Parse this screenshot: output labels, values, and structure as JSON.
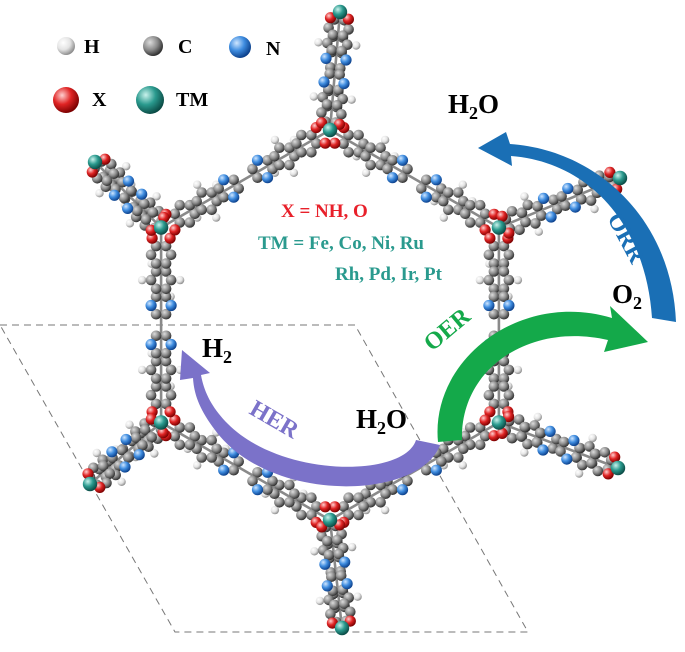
{
  "legend": [
    {
      "symbol": "H",
      "color": "#e4e4e4",
      "dark": "#8c8c8c"
    },
    {
      "symbol": "C",
      "color": "#8a8a8a",
      "dark": "#2f2f2f"
    },
    {
      "symbol": "N",
      "color": "#3f8de0",
      "dark": "#0b3f8a"
    },
    {
      "symbol": "X",
      "color": "#e02424",
      "dark": "#7a0000"
    },
    {
      "symbol": "TM",
      "color": "#2a9a8e",
      "dark": "#0b4a44"
    }
  ],
  "composition": {
    "x_line": "X = NH, O",
    "tm_line1": "TM = Fe, Co, Ni, Ru",
    "tm_line2": "Rh, Pd, Ir, Pt",
    "x_color": "#e8202a",
    "tm_color": "#2a9a8e"
  },
  "reactions": {
    "orr": {
      "label": "ORR",
      "color": "#1a6fb5",
      "from": "O2",
      "to": "H2O"
    },
    "oer": {
      "label": "OER",
      "color": "#14a94a",
      "from": "H2O",
      "to": "O2"
    },
    "her": {
      "label": "HER",
      "color": "#7b72c9",
      "from": "H2O",
      "to": "H2"
    }
  },
  "species": {
    "h2o_top": {
      "base": "H",
      "sub": "2",
      "tail": "O"
    },
    "o2": {
      "base": "O",
      "sub": "2",
      "tail": ""
    },
    "h2": {
      "base": "H",
      "sub": "2",
      "tail": ""
    },
    "h2o_bottom": {
      "base": "H",
      "sub": "2",
      "tail": "O"
    }
  }
}
